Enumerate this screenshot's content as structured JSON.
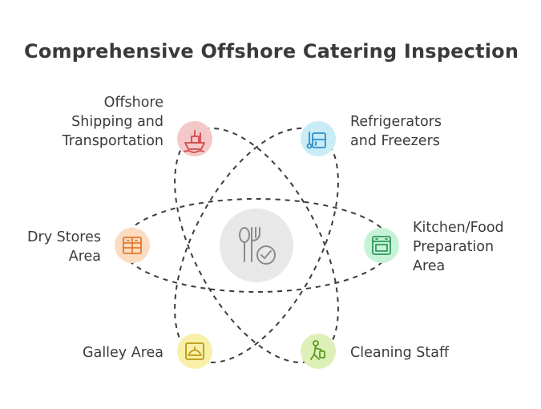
{
  "title": "Comprehensive Offshore Catering Inspection",
  "center": {
    "icon": "fork-knife-check-icon"
  },
  "items": [
    {
      "lines": [
        "Offshore",
        "Shipping and",
        "Transportation"
      ],
      "icon": "ship-icon",
      "color": "#f4c8c8",
      "stroke": "#d04a4a"
    },
    {
      "lines": [
        "Refrigerators",
        "and Freezers"
      ],
      "icon": "fridge-icon",
      "color": "#c9ecf7",
      "stroke": "#2c8fc6"
    },
    {
      "lines": [
        "Dry Stores",
        "Area"
      ],
      "icon": "storage-shelves-icon",
      "color": "#fbdcc0",
      "stroke": "#e27a2c"
    },
    {
      "lines": [
        "Kitchen/Food",
        "Preparation",
        "Area"
      ],
      "icon": "stove-icon",
      "color": "#c8f2d8",
      "stroke": "#2c9a5a"
    },
    {
      "lines": [
        "Galley Area"
      ],
      "icon": "galley-icon",
      "color": "#f8f0a8",
      "stroke": "#b99a12"
    },
    {
      "lines": [
        "Cleaning Staff"
      ],
      "icon": "cleaner-icon",
      "color": "#ddf0b8",
      "stroke": "#5a9a1e"
    }
  ]
}
